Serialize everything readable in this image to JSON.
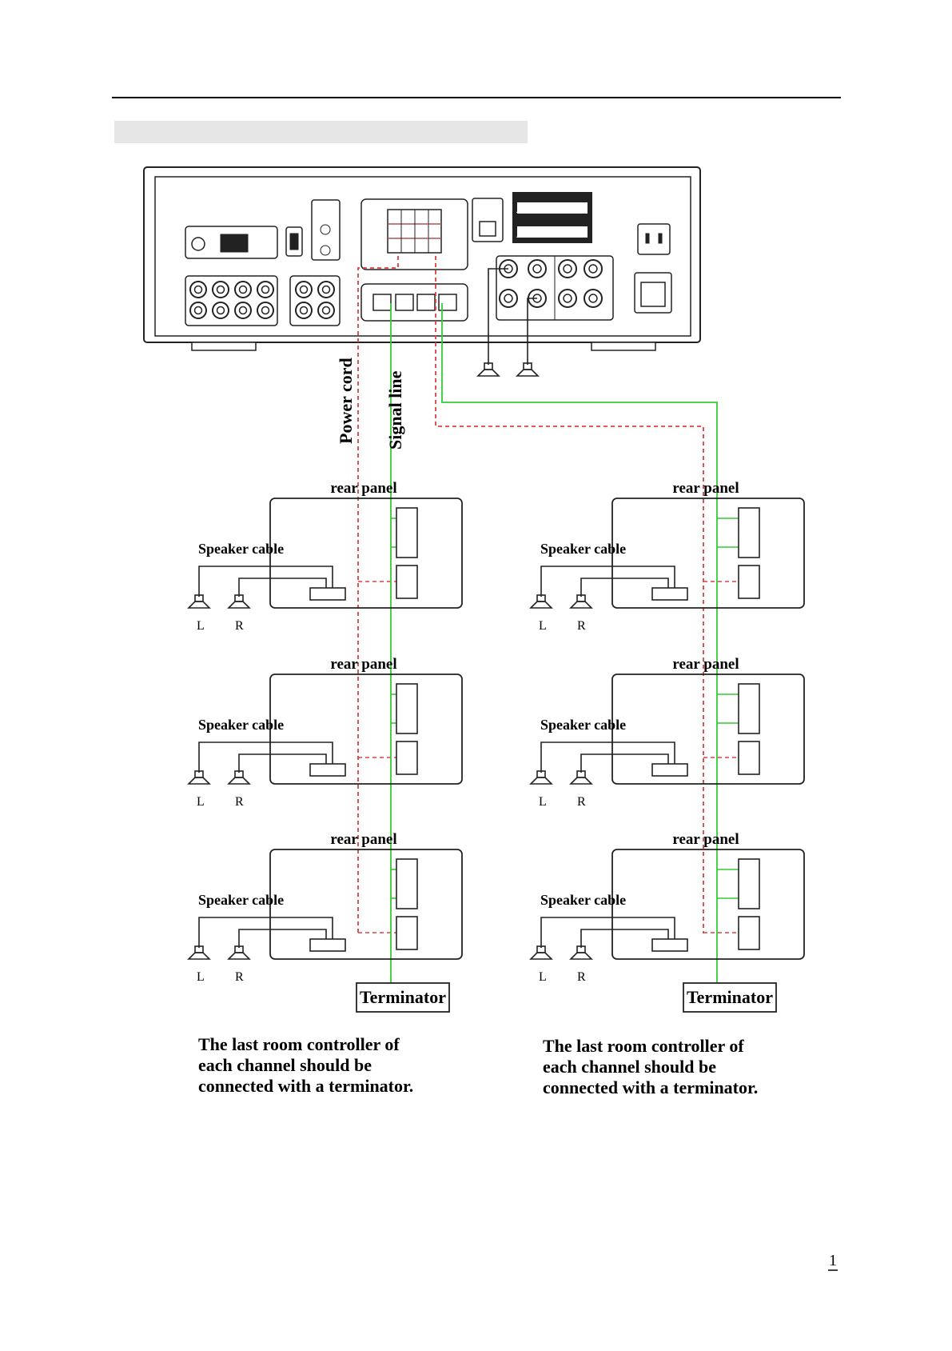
{
  "labels": {
    "power_cord": "Power cord",
    "signal_line": "Signal line",
    "rear_panel": "rear panel",
    "speaker_cable": "Speaker cable",
    "left": "L",
    "right": "R",
    "terminator": "Terminator"
  },
  "captions": {
    "left": "The last room controller of\neach channel should be\nconnected with a terminator.",
    "right": "The last room controller of\neach channel should be\nconnected with a terminator."
  },
  "page_number": "1",
  "colors": {
    "power_line": "#e04040",
    "signal_line": "#33cc33",
    "outline": "#222222",
    "header_bar": "#e6e6e6"
  }
}
